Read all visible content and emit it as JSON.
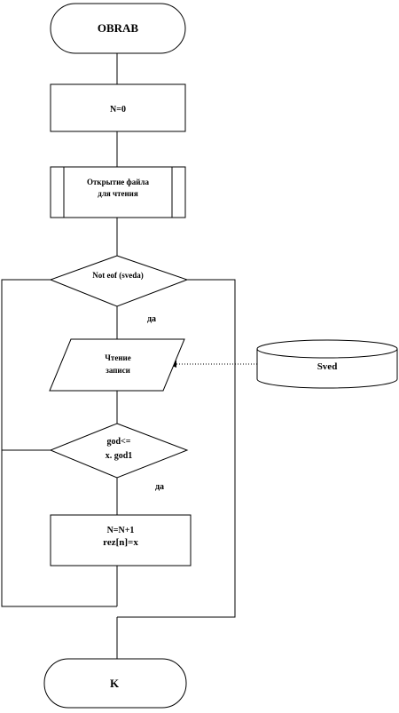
{
  "diagram": {
    "start_label": "OBRAB",
    "init_label": "N=0",
    "open_file_label_line1": "Открытие  файла",
    "open_file_label_line2": "для чтения",
    "loop_condition_label": "Not eof (sveda)",
    "loop_yes_label": "да",
    "read_label_line1": "Чтение",
    "read_label_line2": "записи",
    "data_store_label": "Sved",
    "compare_label_line1": "god<=",
    "compare_label_line2": "x. god1",
    "compare_yes_label": "да",
    "assign_label_line1": "N=N+1",
    "assign_label_line2": "rez[n]=x",
    "end_label": "K"
  }
}
